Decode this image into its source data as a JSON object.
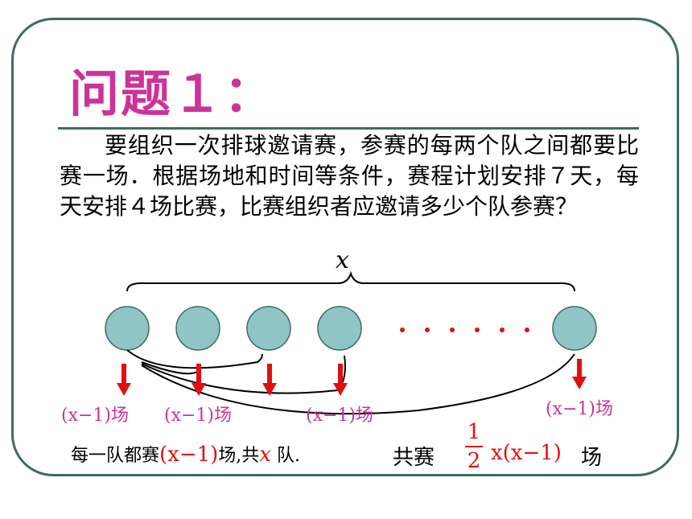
{
  "slide": {
    "title": "问题１：",
    "problem_text": "要组织一次排球邀请赛，参赛的每两个队之间都要比赛一场．根据场地和时间等条件，赛程计划安排７天，每天安排４场比赛，比赛组织者应邀请多少个队参赛？",
    "brace_label": "x",
    "ellipsis": "· · · · · ·",
    "team_count_circles": 5,
    "arrow_labels": [
      {
        "text": "(x−1)",
        "unit": "场"
      },
      {
        "text": "(x−1)",
        "unit": "场"
      },
      {
        "text": "(x−1)",
        "unit": "场"
      },
      {
        "text": "(x−1)",
        "unit": "场"
      }
    ],
    "summary": {
      "prefix": "每一队都赛",
      "expr": "(x−1)",
      "middle": "场,共",
      "var": "x",
      "suffix": "队."
    },
    "total": {
      "label": "共赛",
      "frac_num": "1",
      "frac_den": "2",
      "expr": "x(x−1)",
      "unit": "场"
    }
  },
  "colors": {
    "title": "#cc3399",
    "frame": "#3f6b66",
    "circle_fill": "#8fc5c4",
    "arrow": "#e01010",
    "label": "#cc3399"
  }
}
